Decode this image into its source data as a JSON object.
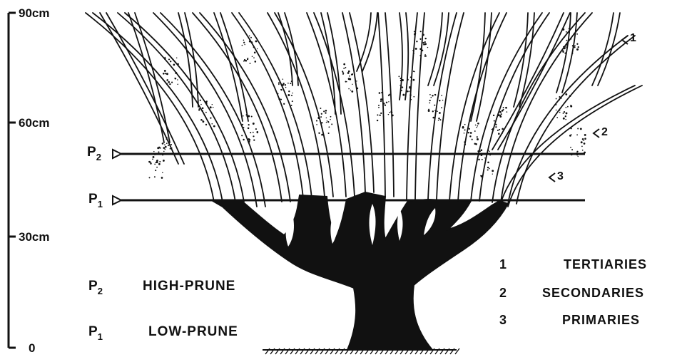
{
  "scale": {
    "ticks": [
      {
        "label": "90cm",
        "value": 90
      },
      {
        "label": "60cm",
        "value": 60
      },
      {
        "label": "30cm",
        "value": 30
      },
      {
        "label": "0",
        "value": 0
      }
    ]
  },
  "cut_lines": {
    "p2": {
      "main": "P",
      "sub": "2"
    },
    "p1": {
      "main": "P",
      "sub": "1"
    }
  },
  "branch_callouts": [
    "1",
    "2",
    "3"
  ],
  "prune_key": [
    {
      "main": "P",
      "sub": "2",
      "text": "HIGH-PRUNE"
    },
    {
      "main": "P",
      "sub": "1",
      "text": "LOW-PRUNE"
    }
  ],
  "branch_key": [
    {
      "num": "1",
      "text": "TERTIARIES"
    },
    {
      "num": "2",
      "text": "SECONDARIES"
    },
    {
      "num": "3",
      "text": "PRIMARIES"
    }
  ],
  "colors": {
    "ink": "#111111",
    "paper": "#ffffff"
  }
}
